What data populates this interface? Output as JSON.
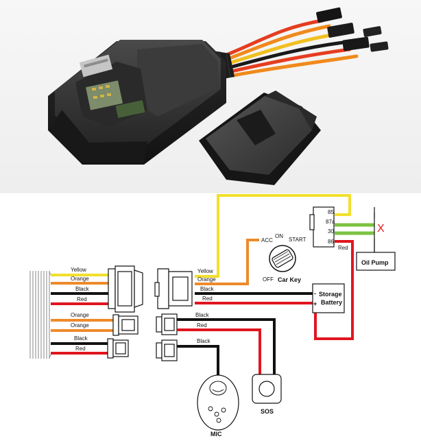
{
  "wire_colors": {
    "yellow": "#f2df2c",
    "orange": "#ee8a2c",
    "black": "#111111",
    "red": "#e0161e",
    "green": "#7cc242",
    "grey": "#999999"
  },
  "harness_left": {
    "main_connector_wires": [
      "Yellow",
      "Orange",
      "Black",
      "Red"
    ],
    "second_connector_wires": [
      "Orange",
      "Orange"
    ],
    "third_connector_wires": [
      "Black",
      "Red"
    ]
  },
  "harness_right": {
    "main_connector_wires": [
      "Yellow",
      "Orange",
      "Black",
      "Red"
    ],
    "sos_connector_wires": [
      "Black",
      "Red"
    ],
    "mic_connector_wires": [
      "Black"
    ]
  },
  "relay": {
    "pins": [
      "85",
      "87a",
      "30",
      "86"
    ],
    "red_label": "Red"
  },
  "car_key": {
    "label": "Car Key",
    "positions": {
      "acc": "ACC",
      "on": "ON",
      "start": "START",
      "off": "OFF"
    }
  },
  "battery": {
    "label_line1": "Storage",
    "label_line2": "Battery",
    "minus": "-",
    "plus": "+"
  },
  "oil_pump": {
    "label": "Oil Pump",
    "cut_mark": "X"
  },
  "mic": {
    "label": "MIC"
  },
  "sos": {
    "label": "SOS"
  }
}
